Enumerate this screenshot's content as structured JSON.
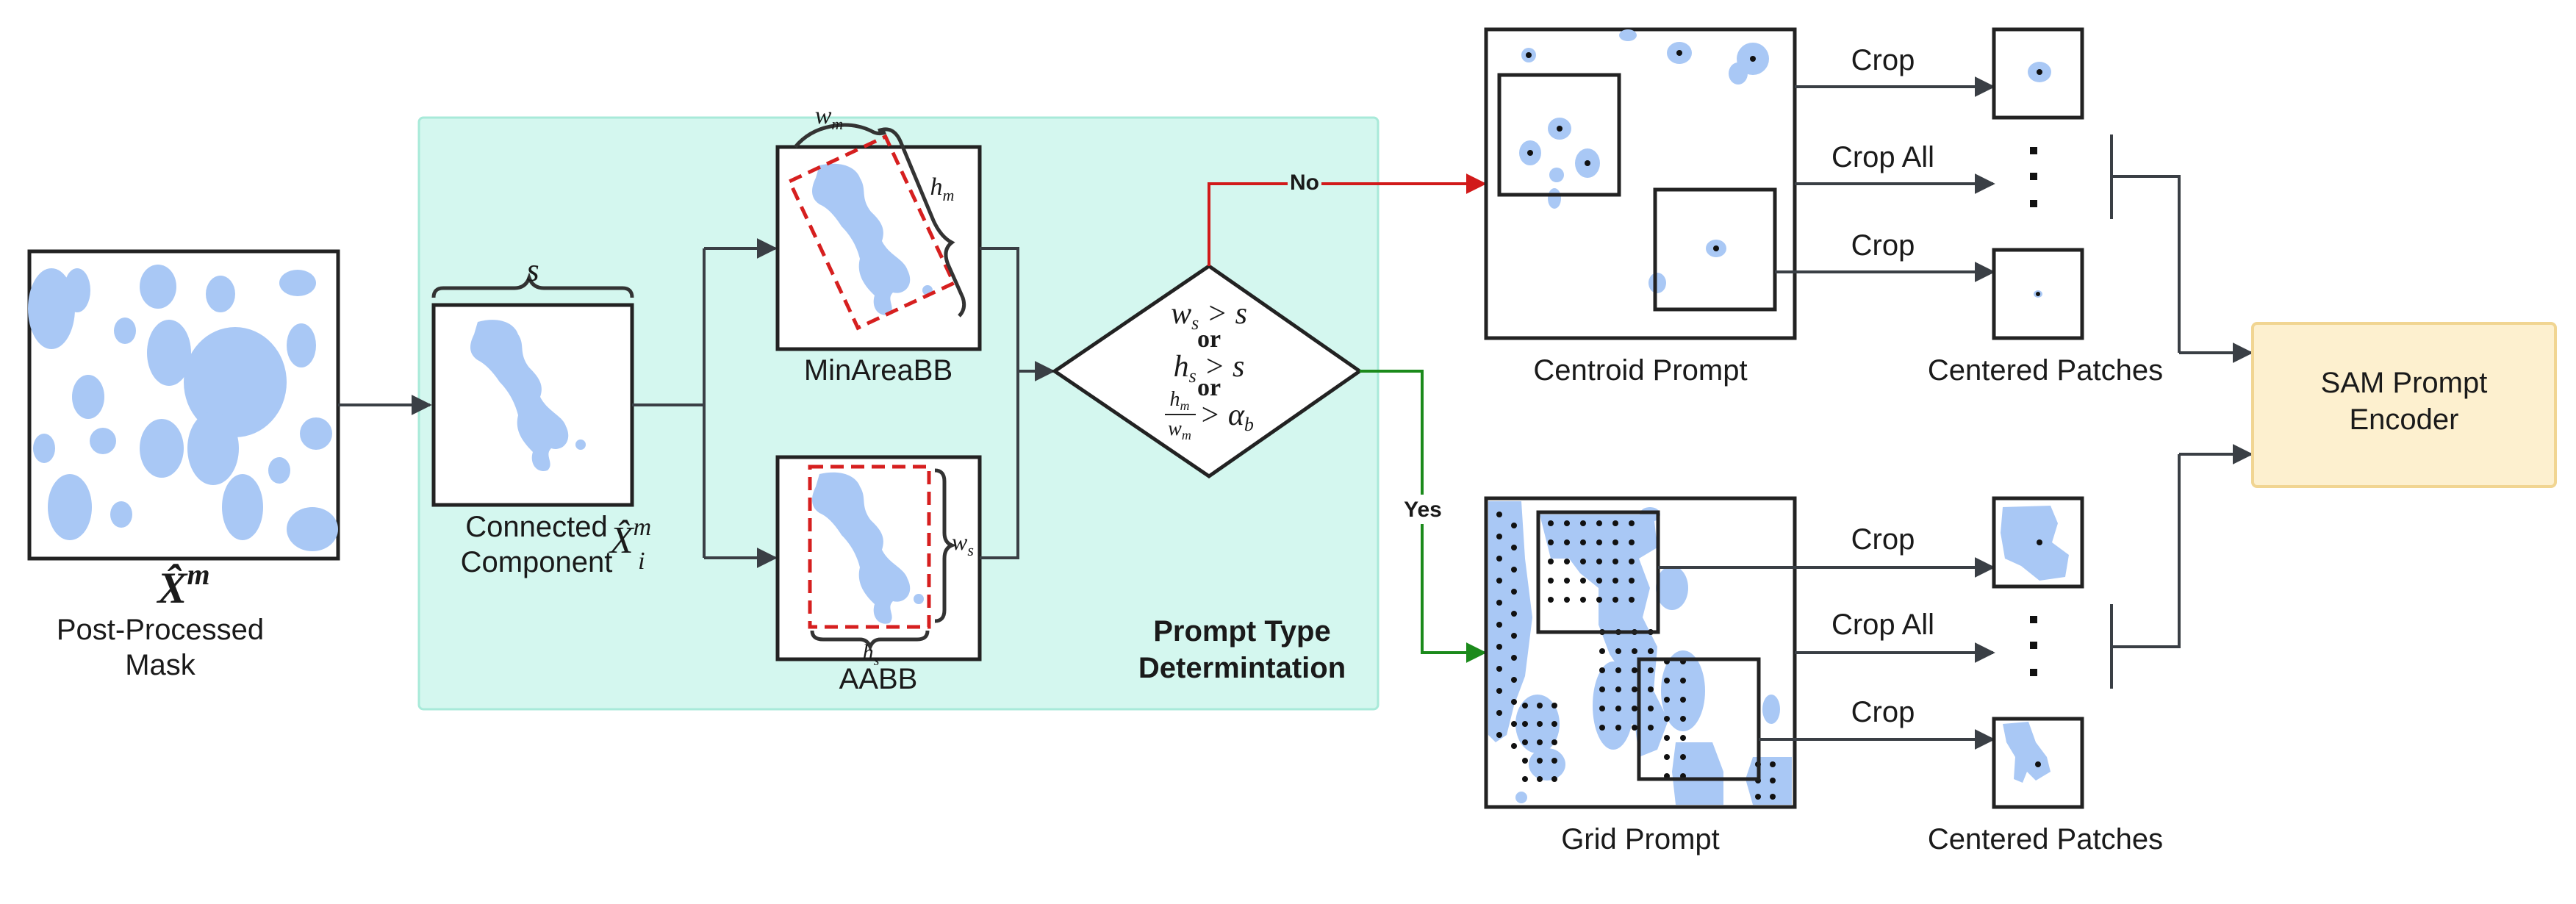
{
  "labels": {
    "input_mask": "Post-Processed Mask",
    "input_mask_line1": "Post-Processed",
    "input_mask_line2": "Mask",
    "input_symbol": "X̂",
    "input_symbol_sup": "m",
    "component_line1": "Connected",
    "component_line2": "Component",
    "component_symbol": "X̂",
    "component_sup": "m",
    "component_sub": "i",
    "brace_s": "s",
    "minarea": "MinAreaBB",
    "minarea_w": "w",
    "minarea_w_sub": "m",
    "minarea_h": "h",
    "minarea_h_sub": "m",
    "aabb": "AABB",
    "aabb_w": "w",
    "aabb_w_sub": "s",
    "aabb_h": "h",
    "aabb_h_sub": "s",
    "panel_title_line1": "Prompt Type",
    "panel_title_line2": "Determintation",
    "no": "No",
    "yes": "Yes",
    "centroid_prompt": "Centroid Prompt",
    "grid_prompt": "Grid Prompt",
    "centered_patches_top": "Centered Patches",
    "centered_patches_bottom": "Centered Patches",
    "crop_1": "Crop",
    "crop_all_1": "Crop All",
    "crop_2": "Crop",
    "crop_3": "Crop",
    "crop_all_2": "Crop All",
    "crop_4": "Crop",
    "encoder_line1": "SAM Prompt",
    "encoder_line2": "Encoder"
  },
  "decision": {
    "cond1_lhs": "w",
    "cond1_lhs_sub": "s",
    "cond1_op": " > ",
    "cond1_rhs": "s",
    "or1": "or",
    "cond2_lhs": "h",
    "cond2_lhs_sub": "s",
    "cond2_op": " > ",
    "cond2_rhs": "s",
    "or2": "or",
    "frac_num": "h",
    "frac_num_sub": "m",
    "frac_den": "w",
    "frac_den_sub": "m",
    "cond3_op": " > ",
    "cond3_rhs": "α",
    "cond3_rhs_sub": "b"
  },
  "colors": {
    "panel_fill": "#d4f7ef",
    "panel_stroke": "#a8ead9",
    "blob": "#a9c8f5",
    "no_arrow": "#d11a1a",
    "yes_arrow": "#1b8a1b",
    "bbox_dash": "#d61f1f",
    "encoder_fill": "#fdf0cf",
    "encoder_stroke": "#f1d592",
    "line": "#3a3f45"
  }
}
